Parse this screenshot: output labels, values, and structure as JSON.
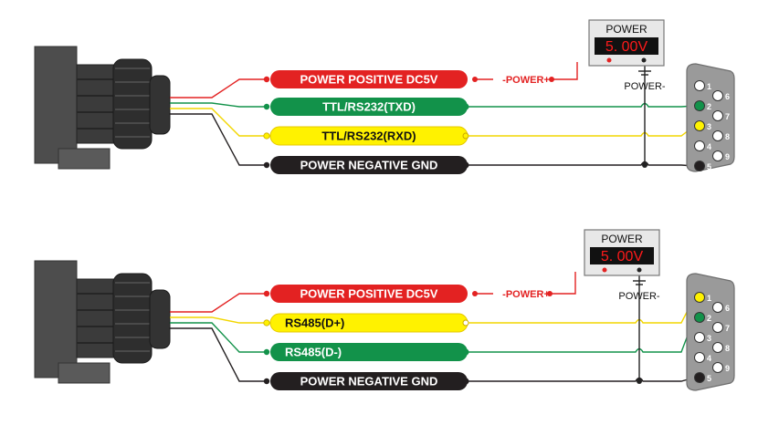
{
  "colors": {
    "red": "#e32222",
    "green": "#12924a",
    "yellow": "#fff200",
    "black": "#231f20",
    "device": "#4d4d4d",
    "meter_bg": "#111111",
    "meter_digits": "#ff1a1a",
    "meter_frame": "#e8e8e8",
    "connector": "#9a9a9a"
  },
  "diagrams": [
    {
      "meter": {
        "title": "POWER",
        "reading": "5. 00V"
      },
      "power_plus_label": "-POWER+",
      "power_minus_label": "POWER-",
      "signals": [
        {
          "label": "POWER POSITIVE DC5V",
          "color": "red",
          "text_color": "white",
          "pin": null
        },
        {
          "label": "TTL/RS232(TXD)",
          "color": "green",
          "text_color": "white",
          "pin": "2"
        },
        {
          "label": "TTL/RS232(RXD)",
          "color": "yellow",
          "text_color": "black",
          "pin": "3"
        },
        {
          "label": "POWER NEGATIVE GND",
          "color": "black",
          "text_color": "white",
          "pin": "5"
        }
      ],
      "connector_pins": [
        "1",
        "2",
        "3",
        "4",
        "5",
        "6",
        "7",
        "8",
        "9"
      ]
    },
    {
      "meter": {
        "title": "POWER",
        "reading": "5. 00V"
      },
      "power_plus_label": "-POWER+",
      "power_minus_label": "POWER-",
      "signals": [
        {
          "label": "POWER POSITIVE DC5V",
          "color": "red",
          "text_color": "white",
          "pin": null
        },
        {
          "label": "RS485(D+)",
          "color": "yellow",
          "text_color": "black",
          "pin": "1"
        },
        {
          "label": "RS485(D-)",
          "color": "green",
          "text_color": "white",
          "pin": "2"
        },
        {
          "label": "POWER NEGATIVE GND",
          "color": "black",
          "text_color": "white",
          "pin": "5"
        }
      ],
      "connector_pins": [
        "1",
        "2",
        "3",
        "4",
        "5",
        "6",
        "7",
        "8",
        "9"
      ]
    }
  ]
}
